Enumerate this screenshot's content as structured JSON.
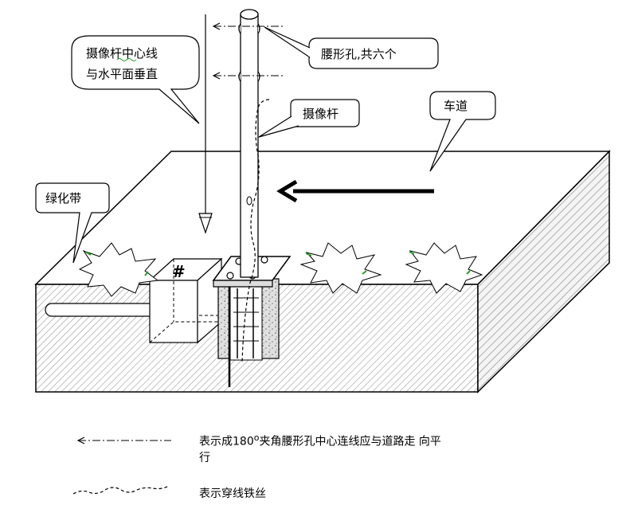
{
  "callouts": {
    "pole_axis": [
      "摄像杆中心线",
      "与水平面垂直"
    ],
    "waist_holes": "腰形孔,共六个",
    "camera_pole": "摄像杆",
    "roadway": "车道",
    "green_belt": "绿化带"
  },
  "junction_box_mark": "#",
  "legend": {
    "dashdot_arrow": {
      "text_prefix": "表示成180",
      "degree_mark": "o",
      "text_suffix": "夹角腰形孔中心连线应与道路走  向平",
      "text_line2": "行"
    },
    "wavy_line": {
      "text": "表示穿线铁丝"
    }
  },
  "colors": {
    "line": "#000000",
    "grass_accent": "#2a9d2a",
    "hatch": "#9a9a9a"
  }
}
